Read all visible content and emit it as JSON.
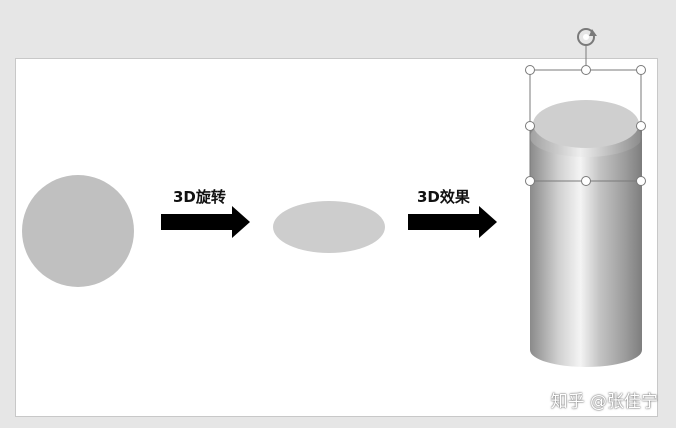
{
  "slide": {
    "step1_label": "3D旋转",
    "step2_label": "3D效果"
  },
  "shapes": {
    "circle_color": "#c0c0c0",
    "ellipse_color": "#cdcdcd",
    "arrow_color": "#000000",
    "cylinder_top_color": "#cfcfcf"
  },
  "watermark": {
    "text": "知乎 @张佳宁"
  }
}
